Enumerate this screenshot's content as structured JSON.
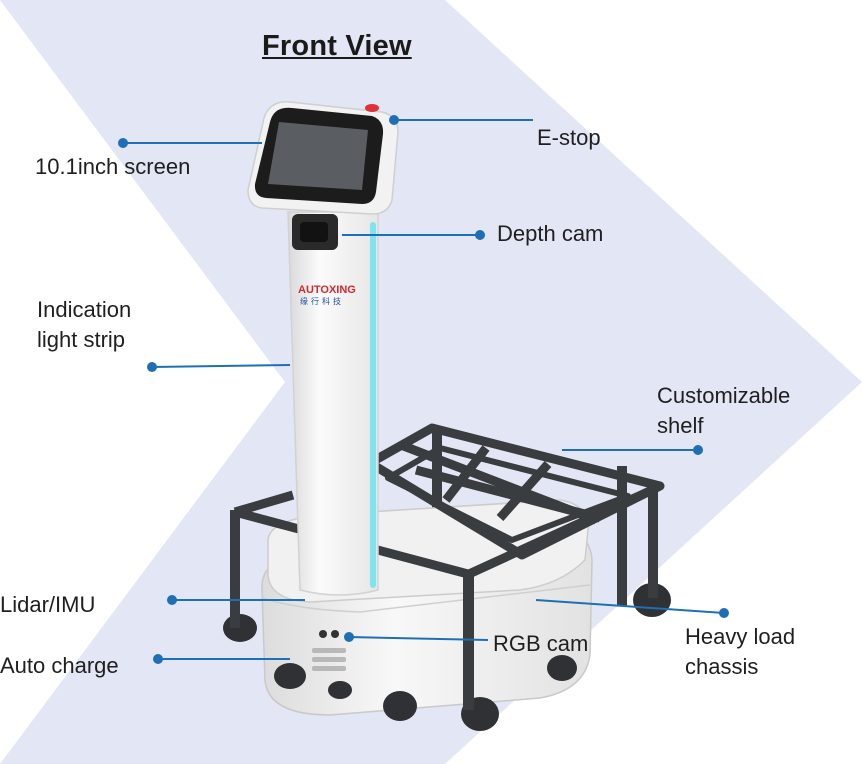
{
  "title": "Front View",
  "brand": {
    "logo_text": "AUTOXING",
    "logo_subtext": "缘行科技"
  },
  "labels": {
    "screen": "10.1inch screen",
    "estop": "E-stop",
    "depth_cam": "Depth cam",
    "light_strip_line1": "Indication",
    "light_strip_line2": "light strip",
    "shelf_line1": "Customizable",
    "shelf_line2": "shelf",
    "lidar": "Lidar/IMU",
    "auto_charge": "Auto charge",
    "rgb_cam": "RGB cam",
    "chassis_line1": "Heavy load",
    "chassis_line2": "chassis"
  },
  "colors": {
    "background_chevron": "#e3e6f4",
    "callout_line": "#1f6fb5",
    "light_strip": "#7fe3f0",
    "robot_body": "#f4f4f4",
    "shelf_frame": "#3a3d40",
    "estop": "#e0303a"
  }
}
